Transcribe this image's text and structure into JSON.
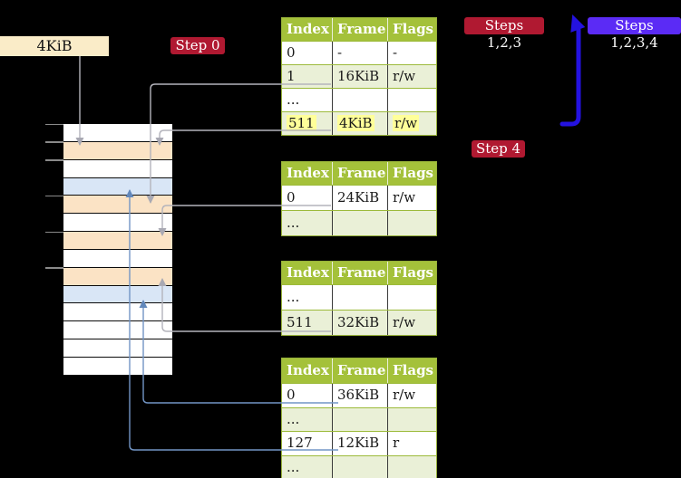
{
  "title": "Page table walk diagram",
  "size_box": {
    "label": "4KiB"
  },
  "badges": {
    "step0": {
      "text": "Step 0"
    },
    "steps123": {
      "text": "Steps 1,2,3"
    },
    "steps1234": {
      "text": "Steps 1,2,3,4"
    },
    "step4": {
      "text": "Step 4"
    }
  },
  "tables": [
    {
      "name": "page-table-level-1",
      "headers": [
        "Index",
        "Frame",
        "Flags"
      ],
      "rows": [
        {
          "cells": [
            "0",
            "-",
            "-"
          ],
          "shade": false,
          "highlight": false
        },
        {
          "cells": [
            "1",
            "16KiB",
            "r/w"
          ],
          "shade": true,
          "highlight": false
        },
        {
          "cells": [
            "...",
            "",
            ""
          ],
          "shade": false,
          "highlight": false
        },
        {
          "cells": [
            "511",
            "4KiB",
            "r/w"
          ],
          "shade": true,
          "highlight": true
        }
      ]
    },
    {
      "name": "page-table-level-2",
      "headers": [
        "Index",
        "Frame",
        "Flags"
      ],
      "rows": [
        {
          "cells": [
            "0",
            "24KiB",
            "r/w"
          ],
          "shade": false,
          "highlight": false
        },
        {
          "cells": [
            "...",
            "",
            ""
          ],
          "shade": true,
          "highlight": false
        }
      ]
    },
    {
      "name": "page-table-level-3",
      "headers": [
        "Index",
        "Frame",
        "Flags"
      ],
      "rows": [
        {
          "cells": [
            "...",
            "",
            ""
          ],
          "shade": false,
          "highlight": false
        },
        {
          "cells": [
            "511",
            "32KiB",
            "r/w"
          ],
          "shade": true,
          "highlight": false
        }
      ]
    },
    {
      "name": "page-table-level-4",
      "headers": [
        "Index",
        "Frame",
        "Flags"
      ],
      "rows": [
        {
          "cells": [
            "0",
            "36KiB",
            "r/w"
          ],
          "shade": false,
          "highlight": false
        },
        {
          "cells": [
            "...",
            "",
            ""
          ],
          "shade": true,
          "highlight": false
        },
        {
          "cells": [
            "127",
            "12KiB",
            "r"
          ],
          "shade": false,
          "highlight": false
        },
        {
          "cells": [
            "...",
            "",
            ""
          ],
          "shade": true,
          "highlight": false
        }
      ]
    }
  ],
  "memory_column": {
    "rows": [
      "white",
      "peach",
      "white",
      "blue",
      "peach",
      "white",
      "peach",
      "white",
      "peach",
      "blue",
      "white",
      "white",
      "white",
      "white"
    ]
  },
  "colors": {
    "crimson_badge": "#b01931",
    "violet_badge": "#5b2bf5",
    "table_header_green": "#a4c13a",
    "table_row_green": "#eaf0d7",
    "highlight_yellow": "#ffff99",
    "mem_white": "#ffffff",
    "mem_peach": "#fbe3c5",
    "mem_blue": "#d9e6f6",
    "gray_connector": "#b4b4bc",
    "blue_connector": "#7295c5",
    "thick_arrow_blue": "#2412e0",
    "size_box_tan": "#faecc8"
  }
}
